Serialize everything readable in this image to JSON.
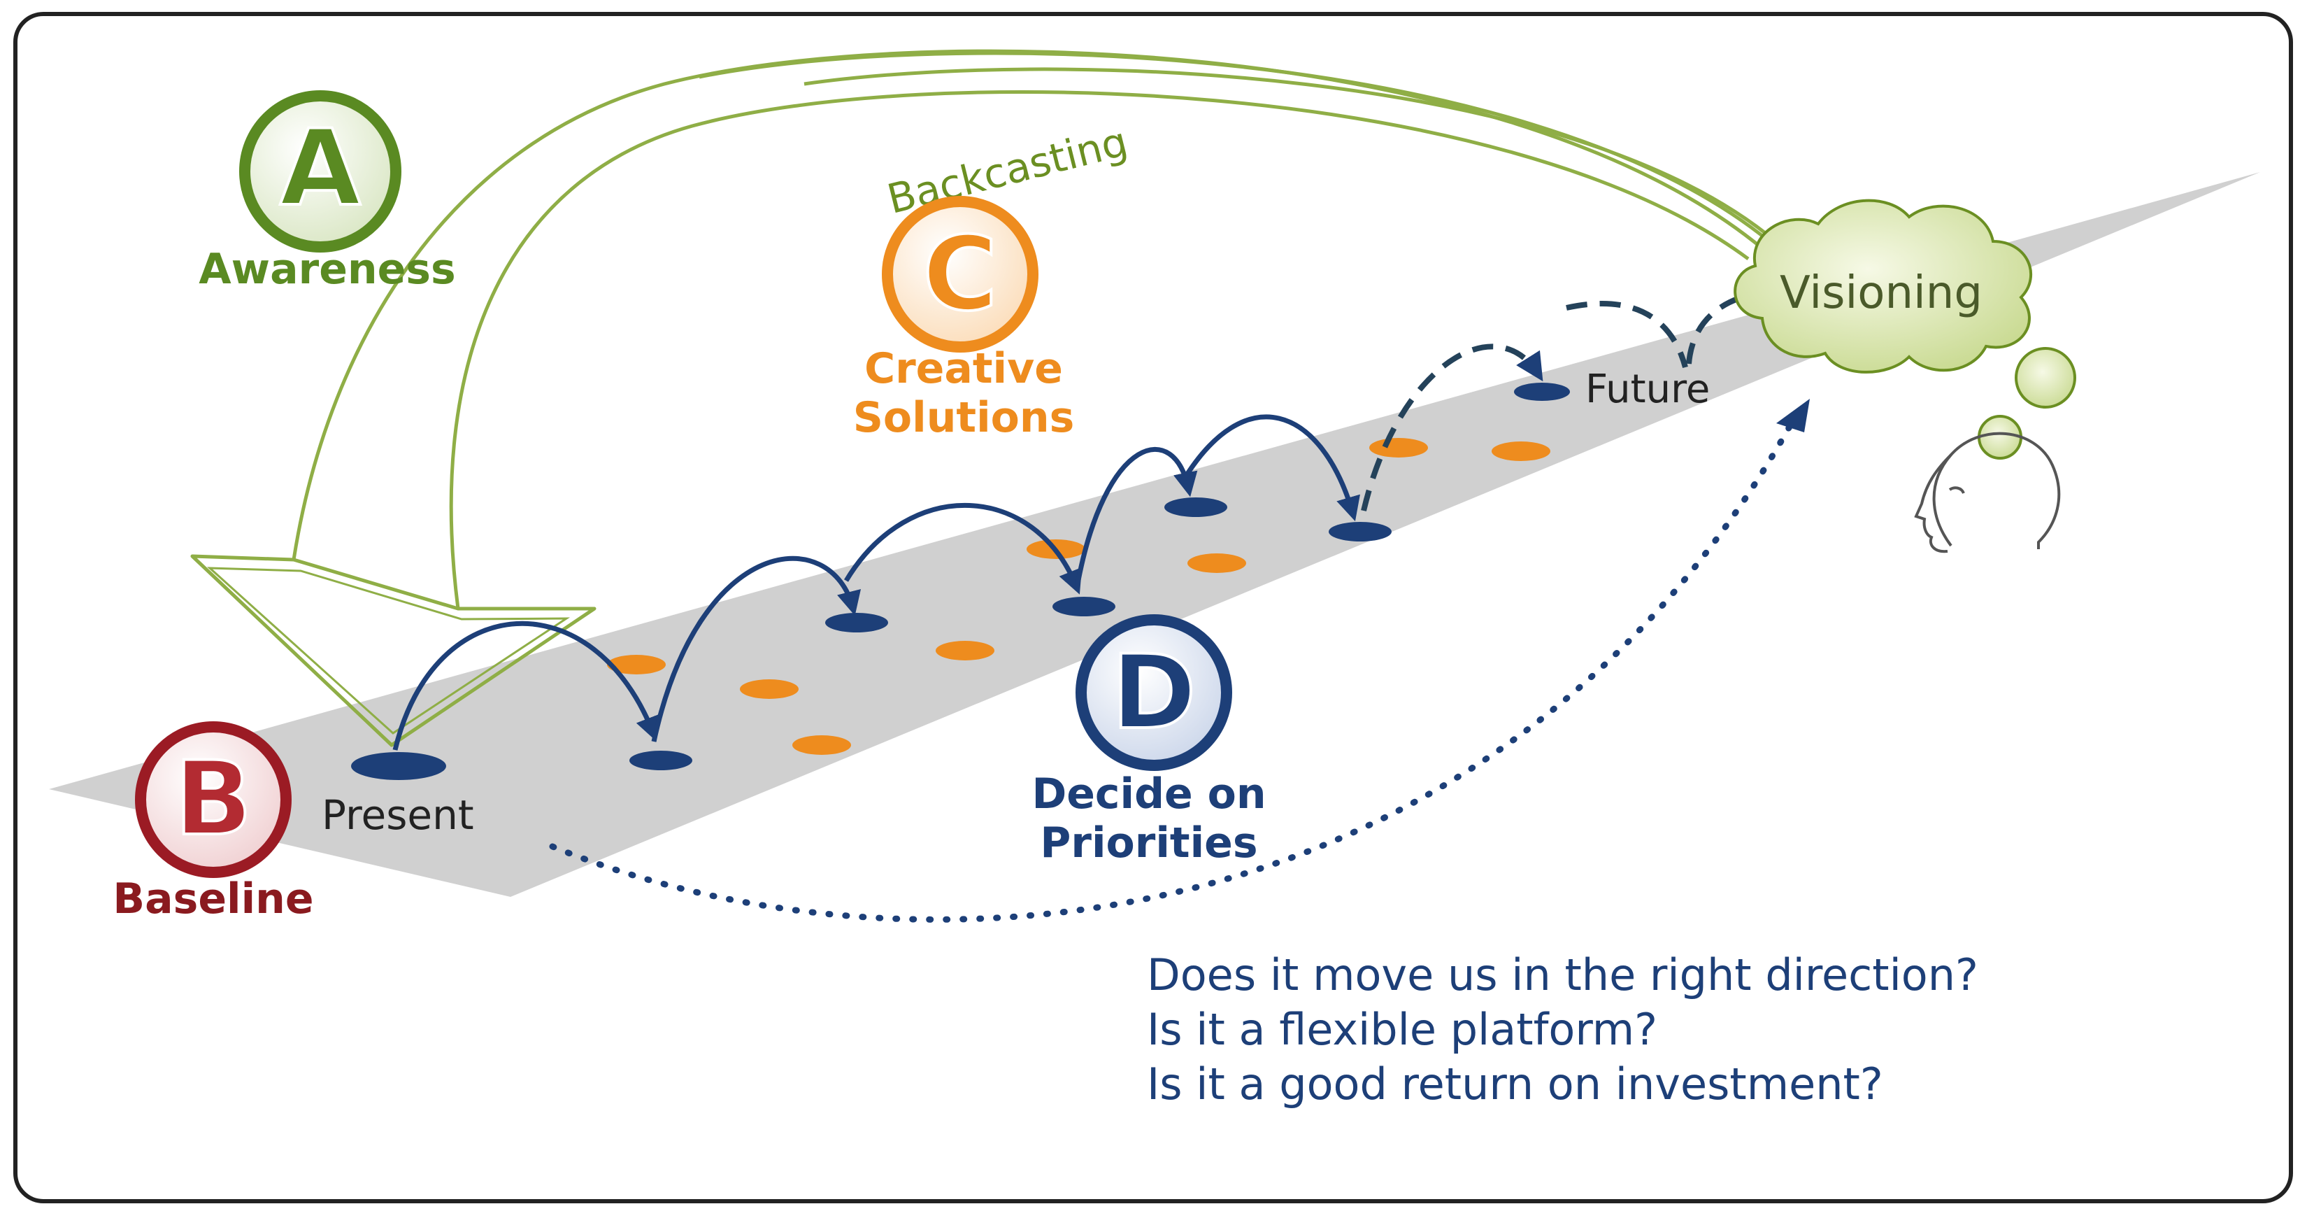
{
  "labels": {
    "backcasting": "Backcasting",
    "visioning": "Visioning",
    "future": "Future",
    "present": "Present"
  },
  "steps": {
    "a": {
      "letter": "A",
      "label": "Awareness",
      "color": "#5a8a22"
    },
    "b": {
      "letter": "B",
      "label": "Baseline",
      "color": "#9b1b24"
    },
    "c": {
      "letter": "C",
      "label_line1": "Creative",
      "label_line2": "Solutions",
      "color": "#ee8c1e"
    },
    "d": {
      "letter": "D",
      "label_line1": "Decide on",
      "label_line2": "Priorities",
      "color": "#1d3f78"
    }
  },
  "questions": {
    "q1": "Does it move us in the right direction?",
    "q2": "Is it a flexible platform?",
    "q3": "Is it a good return on investment?"
  },
  "colors": {
    "navy": "#1d3f78",
    "orange": "#ee8c1e",
    "green_arrow": "#8fae46",
    "path_gray": "#cfcfcf"
  },
  "icons": {
    "head": "person-head-icon",
    "cloud": "thought-cloud-icon"
  }
}
